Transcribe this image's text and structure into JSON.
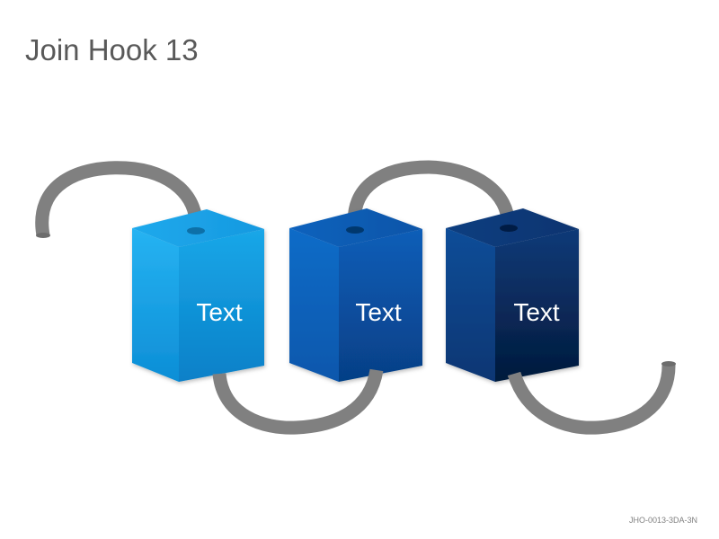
{
  "title": "Join Hook 13",
  "footer_code": "JHO-0013-3DA-3N",
  "blocks": [
    {
      "label": "Text",
      "front": [
        "#1aa7e8",
        "#0880c8"
      ],
      "side": [
        "#26b3f2",
        "#0d8ed6"
      ],
      "top": [
        "#1fa9ec",
        "#1699e0"
      ]
    },
    {
      "label": "Text",
      "front": [
        "#0a5eb8",
        "#063f86"
      ],
      "side": [
        "#0c6cc8",
        "#0a57ac"
      ],
      "top": [
        "#0d62bd",
        "#0a55a8"
      ]
    },
    {
      "label": "Text",
      "front": [
        "#0c3a78",
        "#041a3c"
      ],
      "side": [
        "#104d98",
        "#0a3673"
      ],
      "top": [
        "#0d3e80",
        "#0b3470"
      ]
    }
  ],
  "hook_color": "#808080"
}
